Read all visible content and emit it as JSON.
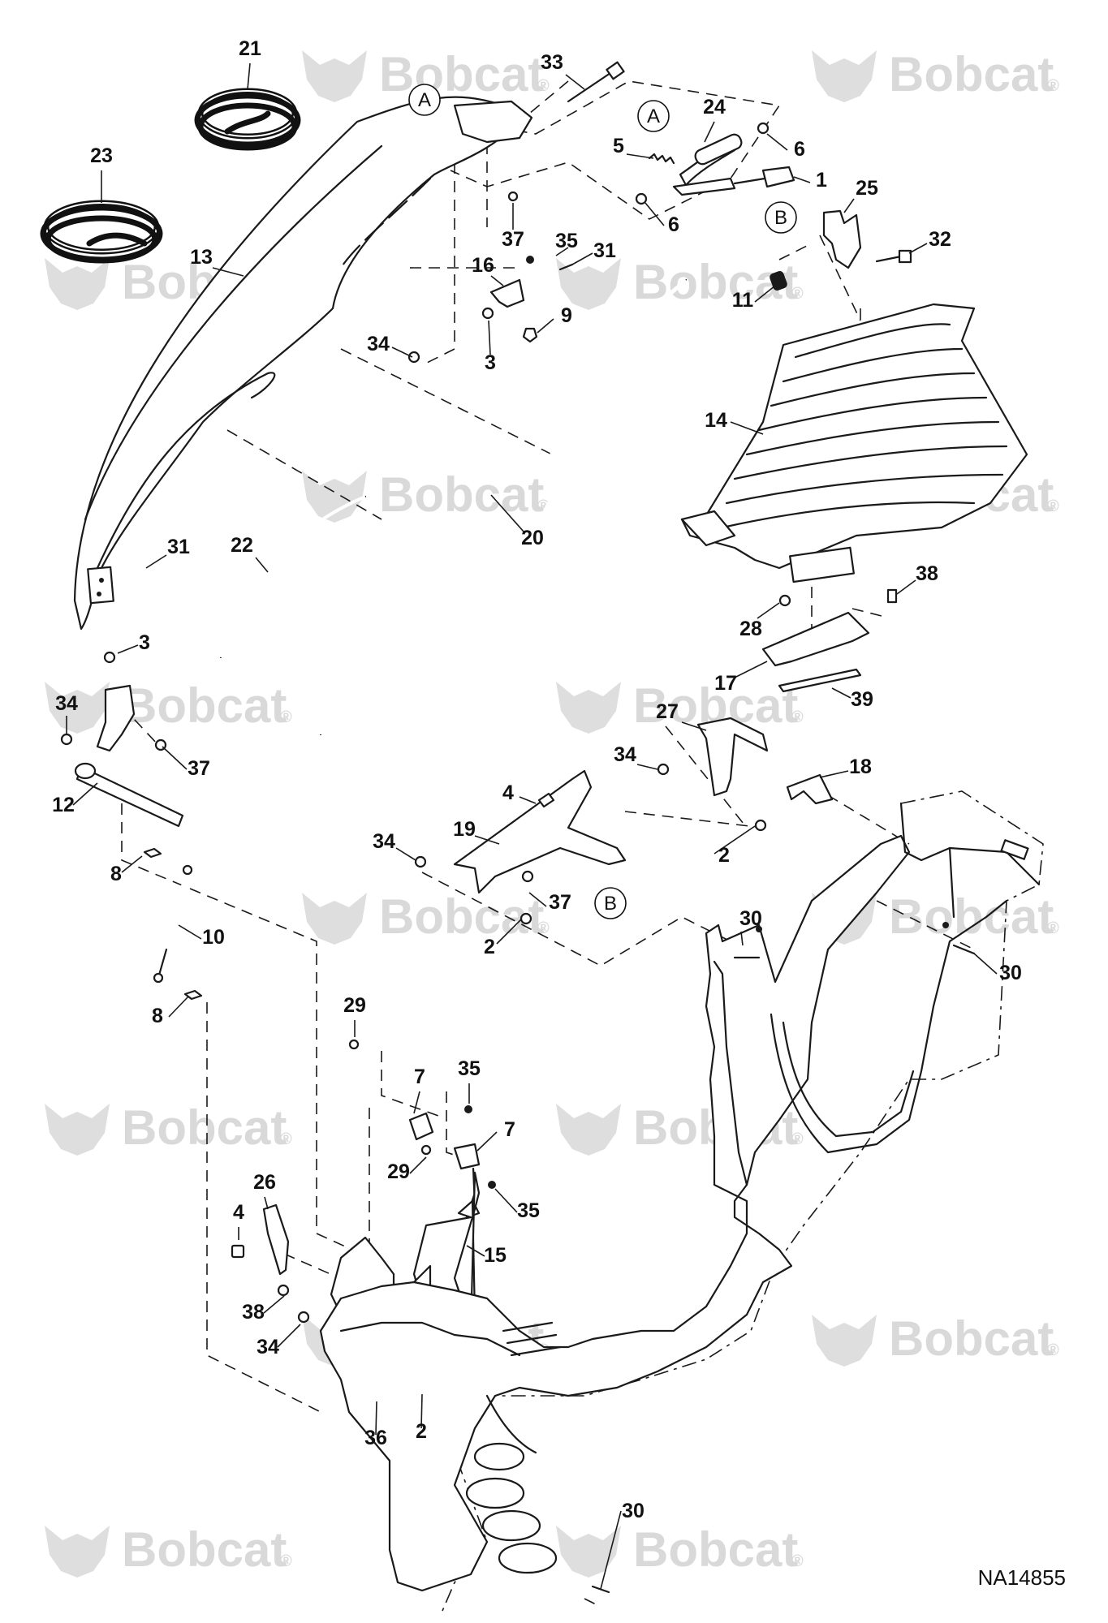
{
  "drawing_number": "NA14855",
  "watermark": {
    "brand_text": "Bobcat",
    "mark": "®"
  },
  "callouts": [
    {
      "label": "21"
    },
    {
      "label": "23"
    },
    {
      "label": "13"
    },
    {
      "label": "33"
    },
    {
      "label": "24"
    },
    {
      "label": "5"
    },
    {
      "label": "6"
    },
    {
      "label": "1"
    },
    {
      "label": "6"
    },
    {
      "label": "25"
    },
    {
      "label": "32"
    },
    {
      "label": "11"
    },
    {
      "label": "37"
    },
    {
      "label": "35"
    },
    {
      "label": "31"
    },
    {
      "label": "16"
    },
    {
      "label": "9"
    },
    {
      "label": "34"
    },
    {
      "label": "3"
    },
    {
      "label": "14"
    },
    {
      "label": "20"
    },
    {
      "label": "22"
    },
    {
      "label": "31"
    },
    {
      "label": "3"
    },
    {
      "label": "28"
    },
    {
      "label": "38"
    },
    {
      "label": "17"
    },
    {
      "label": "39"
    },
    {
      "label": "34"
    },
    {
      "label": "37"
    },
    {
      "label": "12"
    },
    {
      "label": "27"
    },
    {
      "label": "34"
    },
    {
      "label": "18"
    },
    {
      "label": "4"
    },
    {
      "label": "2"
    },
    {
      "label": "34"
    },
    {
      "label": "19"
    },
    {
      "label": "37"
    },
    {
      "label": "8"
    },
    {
      "label": "10"
    },
    {
      "label": "2"
    },
    {
      "label": "30"
    },
    {
      "label": "30"
    },
    {
      "label": "8"
    },
    {
      "label": "29"
    },
    {
      "label": "35"
    },
    {
      "label": "7"
    },
    {
      "label": "7"
    },
    {
      "label": "29"
    },
    {
      "label": "35"
    },
    {
      "label": "26"
    },
    {
      "label": "15"
    },
    {
      "label": "4"
    },
    {
      "label": "38"
    },
    {
      "label": "34"
    },
    {
      "label": "36"
    },
    {
      "label": "2"
    },
    {
      "label": "30"
    }
  ],
  "reference_markers": [
    {
      "letter": "A"
    },
    {
      "letter": "A"
    },
    {
      "letter": "B"
    },
    {
      "letter": "B"
    }
  ]
}
